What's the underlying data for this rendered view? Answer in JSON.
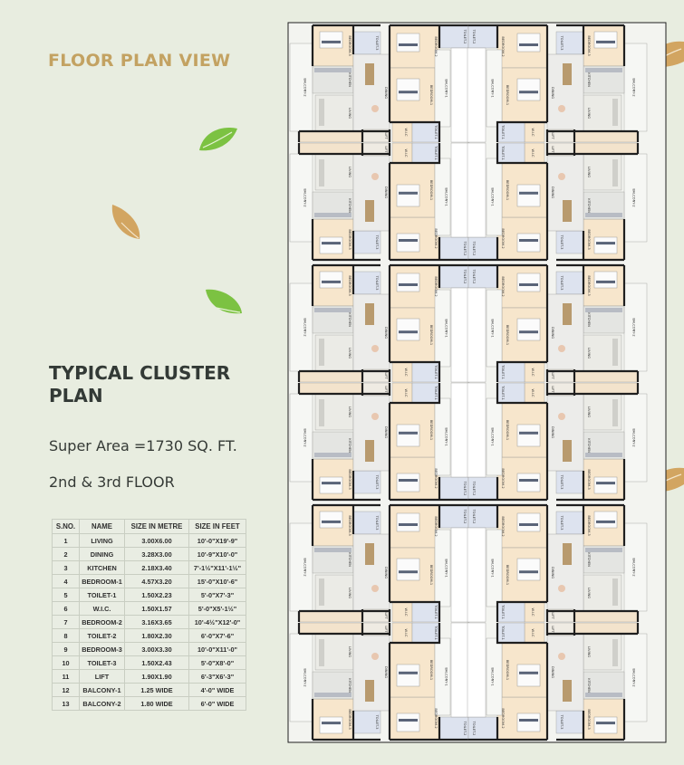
{
  "header": {
    "title": "FLOOR PLAN VIEW"
  },
  "info": {
    "plan_title": "TYPICAL CLUSTER PLAN",
    "super_area": "Super Area =1730 SQ. FT.",
    "floors": "2nd & 3rd FLOOR"
  },
  "size_table": {
    "headers": [
      "S.NO.",
      "NAME",
      "SIZE IN METRE",
      "SIZE IN FEET"
    ],
    "rows": [
      [
        "1",
        "LIVING",
        "3.00X6.00",
        "10'-0\"X19'-9\""
      ],
      [
        "2",
        "DINING",
        "3.28X3.00",
        "10'-9\"X10'-0\""
      ],
      [
        "3",
        "KITCHEN",
        "2.18X3.40",
        "7'-1½\"X11'-1½\""
      ],
      [
        "4",
        "BEDROOM-1",
        "4.57X3.20",
        "15'-0\"X10'-6\""
      ],
      [
        "5",
        "TOILET-1",
        "1.50X2.23",
        "5'-0\"X7'-3\""
      ],
      [
        "6",
        "W.I.C.",
        "1.50X1.57",
        "5'-0\"X5'-1½\""
      ],
      [
        "7",
        "BEDROOM-2",
        "3.16X3.65",
        "10'-4½\"X12'-0\""
      ],
      [
        "8",
        "TOILET-2",
        "1.80X2.30",
        "6'-0\"X7'-6\""
      ],
      [
        "9",
        "BEDROOM-3",
        "3.00X3.30",
        "10'-0\"X11'-0\""
      ],
      [
        "10",
        "TOILET-3",
        "1.50X2.43",
        "5'-0\"X8'-0\""
      ],
      [
        "11",
        "LIFT",
        "1.90X1.90",
        "6'-3\"X6'-3\""
      ],
      [
        "12",
        "BALCONY-1",
        "1.25 WIDE",
        "4'-0\" WIDE"
      ],
      [
        "13",
        "BALCONY-2",
        "1.80 WIDE",
        "6'-0\" WIDE"
      ]
    ]
  },
  "plan": {
    "room_labels": {
      "balcony2": "BALCONY-2",
      "bedroom3": "BEDROOM-3",
      "toilet3": "TOILET-3",
      "kitchen": "KITCHEN",
      "living": "LIVING",
      "dining": "DINING",
      "lift": "LIFT",
      "bedroom2": "BEDROOM-2",
      "bedroom1": "BEDROOM-1",
      "balcony1": "BALCONY-1",
      "wic": "W.I.C",
      "toilet1": "TOILET-1",
      "toilet2": "TOILET-2"
    }
  },
  "colors": {
    "background": "#e8ede0",
    "title_gold": "#c3a262",
    "bedroom_peach": "#f7e6cc",
    "toilet_blue": "#dde3ef",
    "wall": "#1f1f1f",
    "leaf_green": "#7cc242",
    "leaf_tan": "#d2a561"
  },
  "decor": {
    "leaves": [
      "green-leaf",
      "tan-leaf",
      "green-leaf",
      "tan-leaf",
      "tan-leaf"
    ]
  }
}
